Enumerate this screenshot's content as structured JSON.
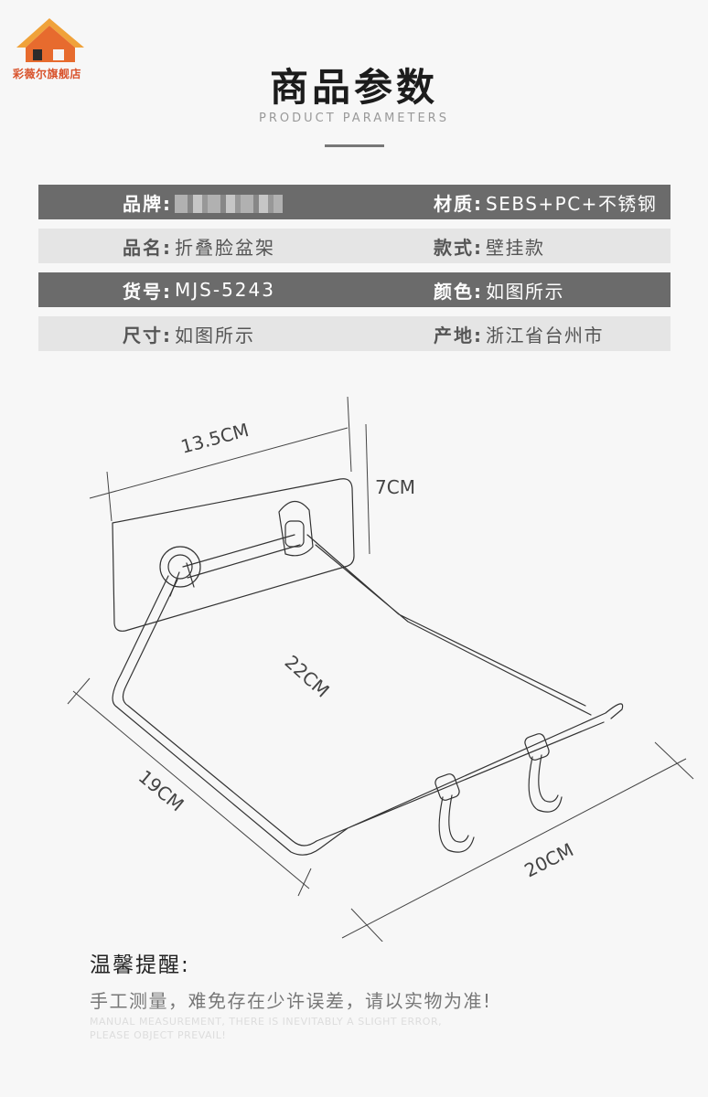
{
  "shop": {
    "name": "彩薇尔旗舰店"
  },
  "header": {
    "title": "商品参数",
    "subtitle": "PRODUCT PARAMETERS"
  },
  "params": {
    "brand_label": "品牌:",
    "material_label": "材质:",
    "material_value": "SEBS+PC+不锈钢",
    "name_label": "品名:",
    "name_value": "折叠脸盆架",
    "style_label": "款式:",
    "style_value": "壁挂款",
    "model_label": "货号:",
    "model_value": "MJS-5243",
    "color_label": "颜色:",
    "color_value": "如图所示",
    "size_label": "尺寸:",
    "size_value": "如图所示",
    "origin_label": "产地:",
    "origin_value": "浙江省台州市"
  },
  "dimensions": {
    "plate_width": "13.5CM",
    "plate_height": "7CM",
    "depth": "22CM",
    "side": "19CM",
    "front": "20CM"
  },
  "reminder": {
    "title": "温馨提醒:",
    "text": "手工测量，难免存在少许误差，请以实物为准!",
    "en_line1": "MANUAL MEASUREMENT, THERE IS INEVITABLY A SLIGHT ERROR,",
    "en_line2": "PLEASE OBJECT PREVAIL!"
  },
  "colors": {
    "dark_row": "#6b6b6b",
    "light_row": "#e5e5e5",
    "logo_orange": "#f0a23a",
    "logo_red": "#d9532c"
  }
}
